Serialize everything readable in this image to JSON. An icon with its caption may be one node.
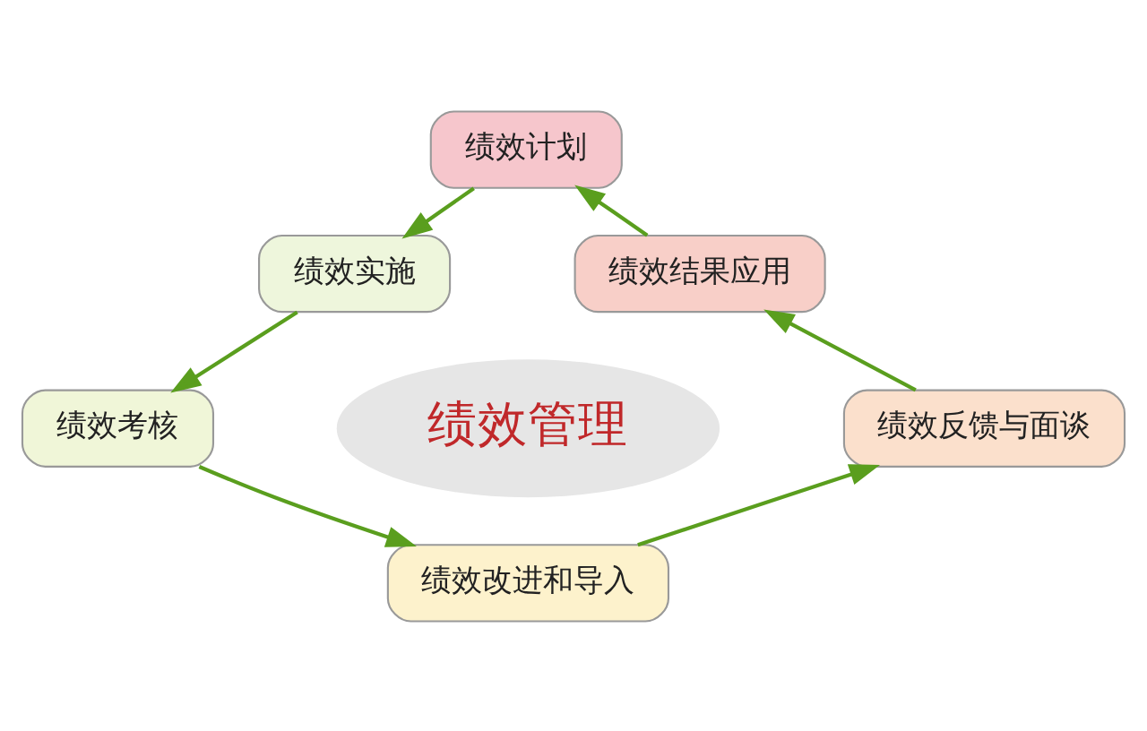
{
  "diagram": {
    "nodes": [
      {
        "text": [
          "绩效计划"
        ]
      },
      {
        "text": [
          "绩效实施"
        ]
      },
      {
        "text": [
          "绩效结果应用"
        ]
      },
      {
        "text": [
          "绩效管理"
        ]
      },
      {
        "text": [
          "绩效考核"
        ]
      },
      {
        "text": [
          "绩效反馈与面谈"
        ]
      },
      {
        "text": [
          "绩效改进和导入"
        ]
      }
    ],
    "edges": [
      {
        "from": 0,
        "to": 1,
        "arrow": "to"
      },
      {
        "from": 1,
        "to": 4,
        "arrow": "to"
      },
      {
        "from": 4,
        "to": 6,
        "arrow": "to"
      },
      {
        "from": 6,
        "to": 5,
        "arrow": "to"
      },
      {
        "from": 5,
        "to": 2,
        "arrow": "to"
      },
      {
        "from": 2,
        "to": 0,
        "arrow": "to"
      }
    ]
  }
}
